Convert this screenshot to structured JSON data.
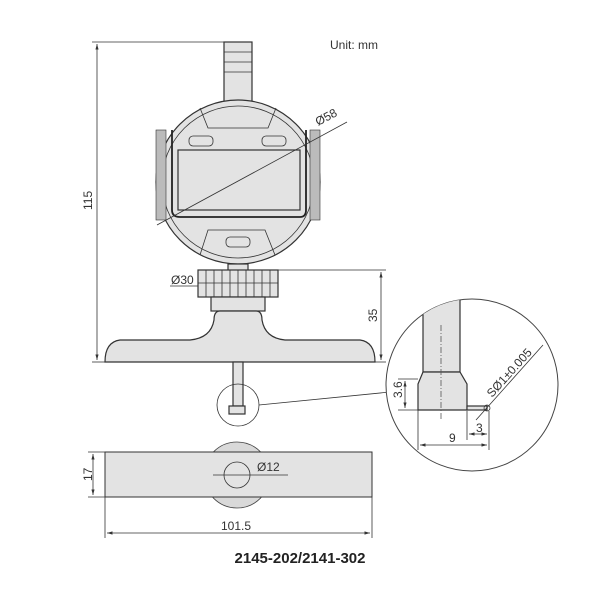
{
  "unit_label": "Unit: mm",
  "dimensions": {
    "total_height": "115",
    "dial_diameter": "Ø58",
    "nut_diameter": "Ø30",
    "base_height": "35",
    "tip_height": "3.6",
    "tip_ball": "SØ1±0.005",
    "tip_offset": "3",
    "tip_width": "9",
    "base_thickness": "17",
    "hole_diameter": "Ø12",
    "base_length": "101.5"
  },
  "model": "2145-202/2141-302"
}
